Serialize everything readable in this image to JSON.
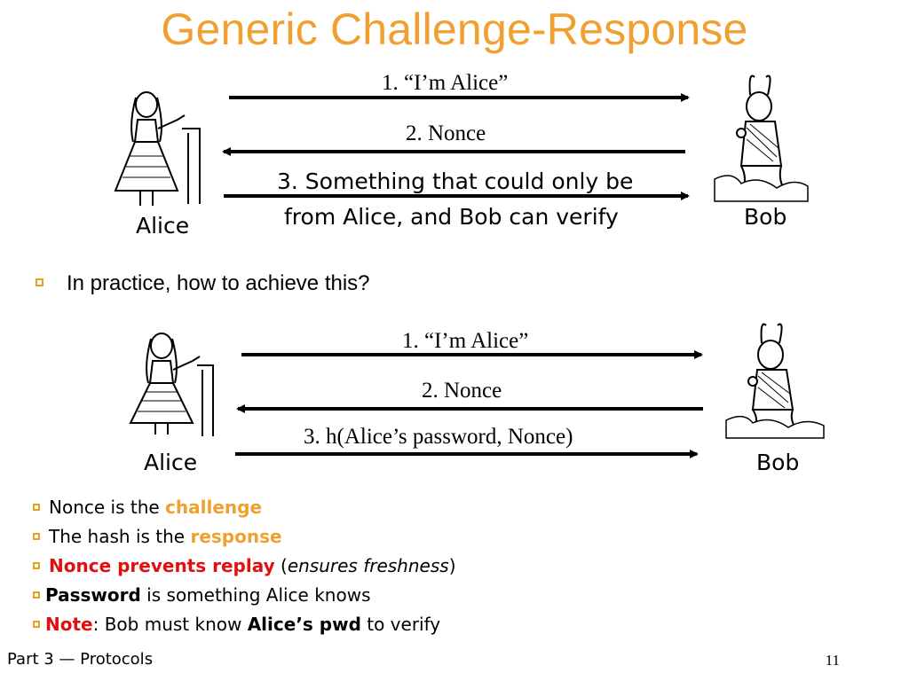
{
  "title": "Generic Challenge-Response",
  "top_diagram": {
    "msg1": "1. “I’m Alice”",
    "msg2": "2. Nonce",
    "msg3_line1": "3. Something that could only be",
    "msg3_line2": "from Alice, and Bob can verify",
    "alice_label": "Alice",
    "bob_label": "Bob"
  },
  "question": "In practice, how to achieve this?",
  "bottom_diagram": {
    "msg1": "1. “I’m Alice”",
    "msg2": "2. Nonce",
    "msg3": "3. h(Alice’s password, Nonce)",
    "alice_label": "Alice",
    "bob_label": "Bob"
  },
  "bullets": {
    "b1_pre": "Nonce is the ",
    "b1_em": "challenge",
    "b2_pre": "The hash is the ",
    "b2_em": "response",
    "b3_em": "Nonce prevents replay",
    "b3_post_open": " (",
    "b3_italic": "ensures freshness",
    "b3_post_close": ")",
    "b4_em": "Password",
    "b4_post": " is something Alice knows",
    "b5_em": "Note",
    "b5_mid": ": Bob must know ",
    "b5_bold": "Alice’s pwd",
    "b5_post": " to verify"
  },
  "footer": {
    "section": "Part 3 — Protocols",
    "page": "11"
  },
  "colors": {
    "title": "#f0a030",
    "highlight_orange": "#f0a030",
    "highlight_red": "#e01010"
  },
  "icons": [
    "alice-illustration",
    "white-rabbit-illustration"
  ]
}
